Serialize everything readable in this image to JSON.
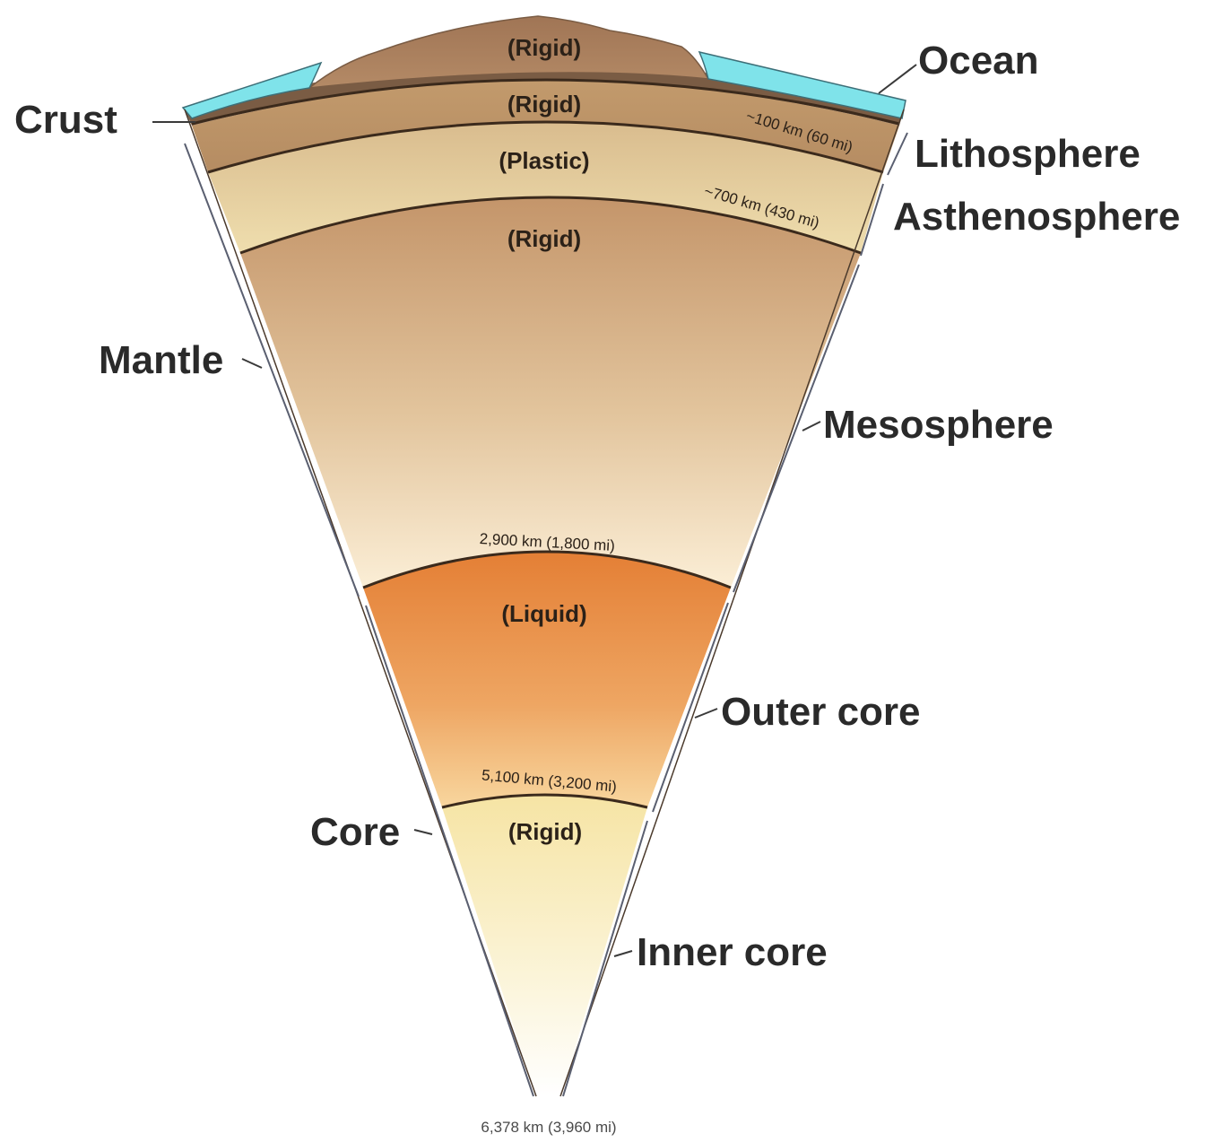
{
  "labels": {
    "crust": "Crust",
    "ocean": "Ocean",
    "lithosphere": "Lithosphere",
    "asthenosphere": "Asthenosphere",
    "mantle": "Mantle",
    "mesosphere": "Mesosphere",
    "outer_core": "Outer core",
    "core": "Core",
    "inner_core": "Inner core"
  },
  "states": {
    "mountain": "(Rigid)",
    "lithosphere": "(Rigid)",
    "asthenosphere": "(Plastic)",
    "mesosphere": "(Rigid)",
    "outer_core": "(Liquid)",
    "inner_core": "(Rigid)"
  },
  "depths": {
    "lithosphere": "~100 km (60 mi)",
    "asthenosphere": "~700 km (430 mi)",
    "mantle_core": "2,900 km (1,800 mi)",
    "outer_inner": "5,100 km (3,200 mi)",
    "center": "6,378 km (3,960 mi)"
  },
  "colors": {
    "ocean": "#7fe3ea",
    "crust": "#8a6a50",
    "mountain": "#a87e5e",
    "lithosphere": "#c9a072",
    "asthenosphere_top": "#d8bb8c",
    "asthenosphere_bottom": "#eedcaa",
    "mesosphere_top": "#c4956a",
    "mesosphere_bottom": "#fbeed4",
    "outer_core_top": "#e6843a",
    "outer_core_bottom": "#f7d298",
    "inner_core_top": "#f6e6a8",
    "inner_core_bottom": "#ffffff"
  },
  "icons": {
    "wedge": "earth-interior-cross-section-icon"
  }
}
